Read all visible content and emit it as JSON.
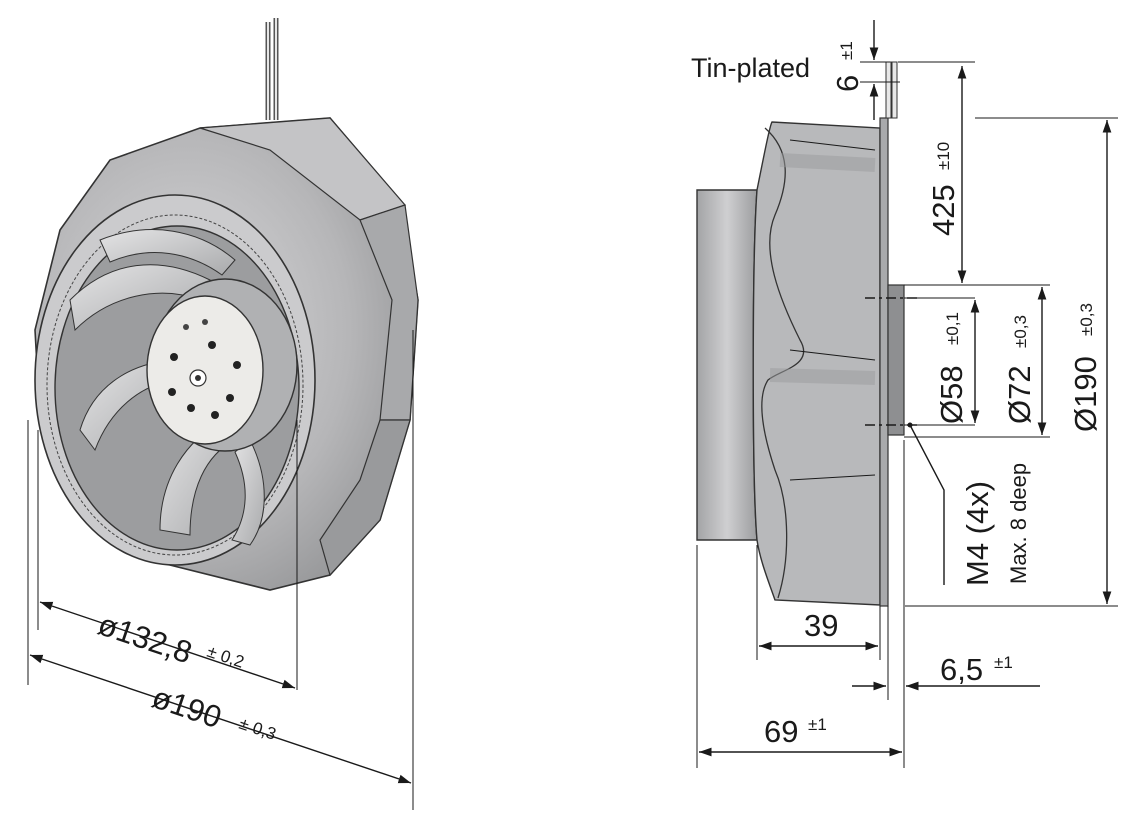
{
  "labels": {
    "tin_plated": "Tin-plated",
    "d1328": "ø132,8",
    "d1328_tol": "± 0,2",
    "d190_left": "ø190",
    "d190_left_tol": "± 0,3",
    "lead_6": "6",
    "lead_6_tol": "±1",
    "lead_425": "425",
    "lead_425_tol": "±10",
    "d58": "Ø58",
    "d58_tol": "±0,1",
    "d72": "Ø72",
    "d72_tol": "±0,3",
    "d190_right": "Ø190",
    "d190_right_tol": "±0,3",
    "m4": "M4  (4x)",
    "max_deep": "Max. 8 deep",
    "w39": "39",
    "w65": "6,5",
    "w65_tol": "±1",
    "w69": "69",
    "w69_tol": "±1"
  },
  "colors": {
    "housing": "#b9b9bb",
    "housing_dark": "#8f9092",
    "housing_light": "#d6d6d8",
    "hub": "#ecebe8",
    "line": "#1a1a1a"
  }
}
